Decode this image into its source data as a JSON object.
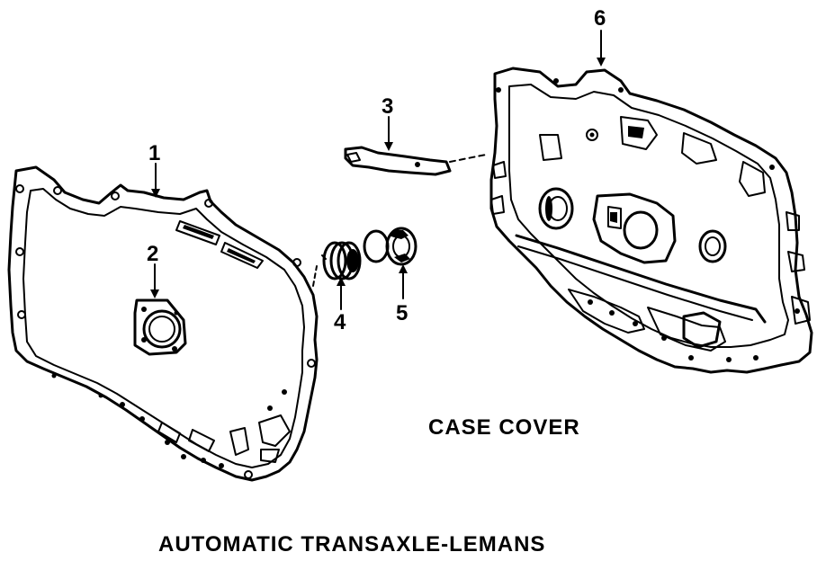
{
  "callouts": {
    "part_1": "1",
    "part_2": "2",
    "part_3": "3",
    "part_4": "4",
    "part_5": "5",
    "part_6": "6"
  },
  "labels": {
    "case_cover": "CASE COVER",
    "title": "AUTOMATIC TRANSAXLE-LEMANS"
  }
}
